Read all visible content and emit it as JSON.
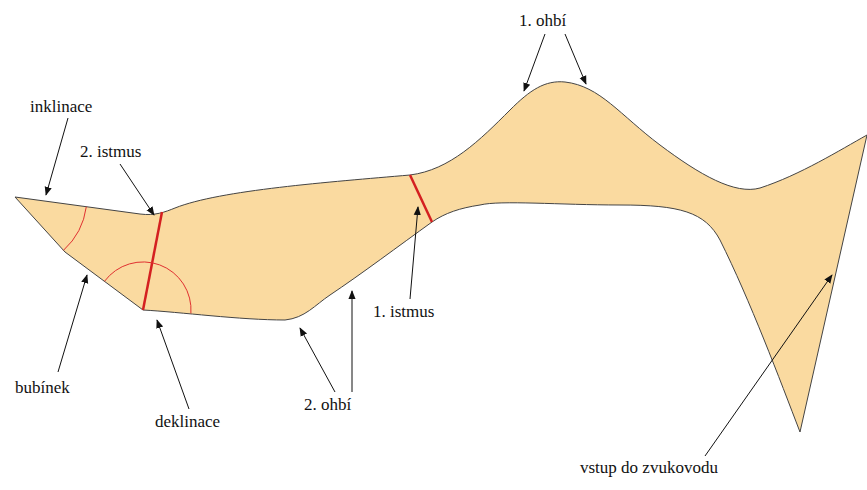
{
  "diagram": {
    "labels": [
      "inklinace",
      "1. ohbí",
      "2. istmus",
      "1. istmus",
      "2. ohbí",
      "bubínek",
      "deklinace",
      "vstup do zvukovodu"
    ]
  }
}
